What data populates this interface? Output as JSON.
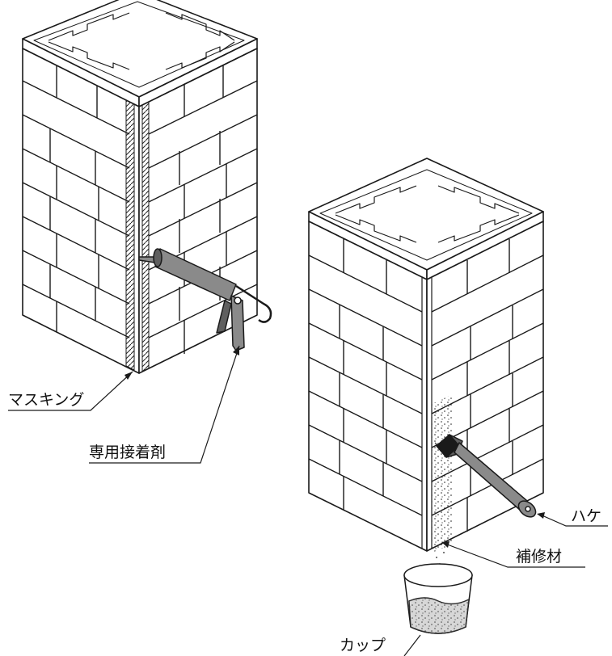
{
  "labels": {
    "masking": "マスキング",
    "adhesive": "専用接着剤",
    "brush": "ハケ",
    "repair_material": "補修材",
    "cup": "カップ"
  },
  "colors": {
    "line": "#1a1a1a",
    "tool_gray": "#8a8a8a",
    "tool_dark": "#5f5f5f",
    "hatch": "#222222"
  }
}
